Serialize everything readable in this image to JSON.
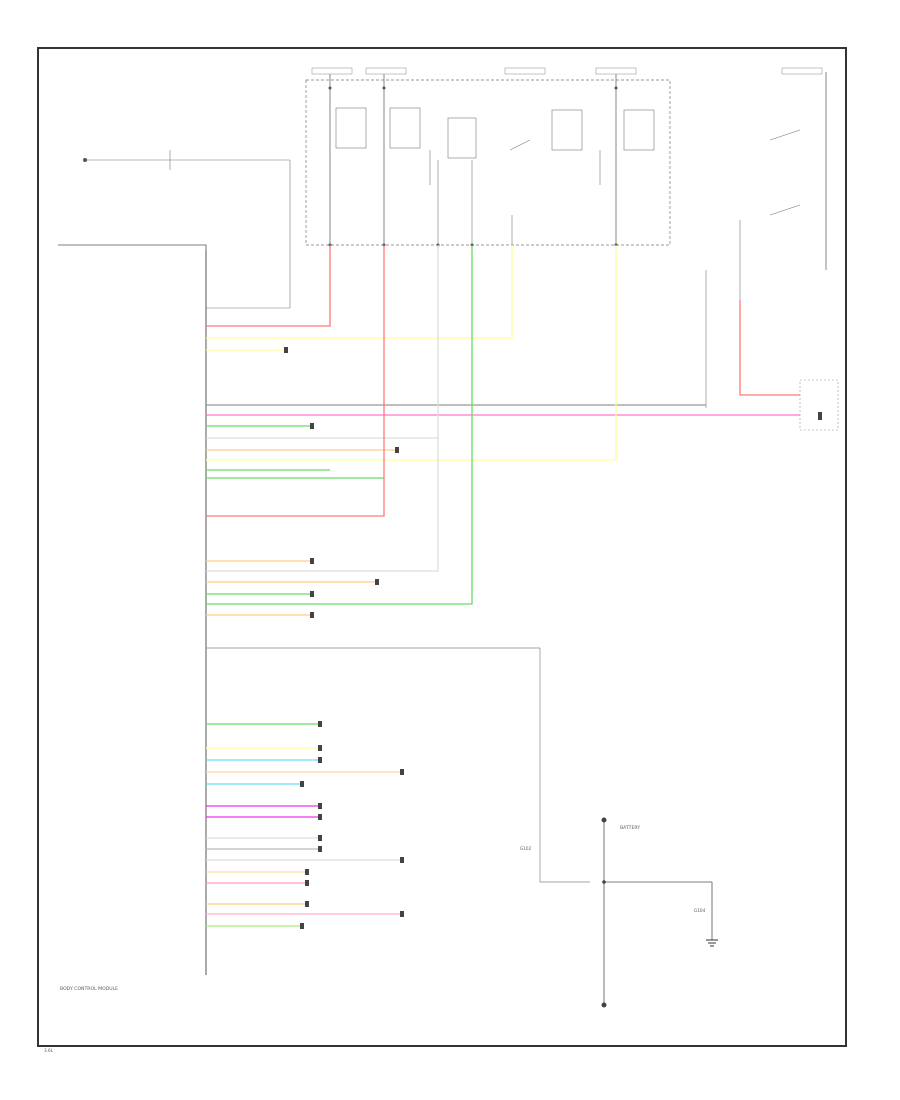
{
  "caption": {
    "module": "BODY CONTROL MODULE",
    "page_code": "3.6L"
  },
  "battery_label": "BATTERY",
  "ground_labels": {
    "g102": "G102",
    "g104": "G104"
  },
  "colors": {
    "frame": "#333333",
    "red": "#ff7a7a",
    "yellow": "#ffff99",
    "green": "#66dd66",
    "pink": "#ff77cc",
    "gray": "#999999",
    "white": "#dddddd",
    "orange": "#ffcc88",
    "lightblue": "#66ddff",
    "magenta": "#ee33ee",
    "lightgreen": "#aaee77",
    "peach": "#ffd8a0"
  }
}
